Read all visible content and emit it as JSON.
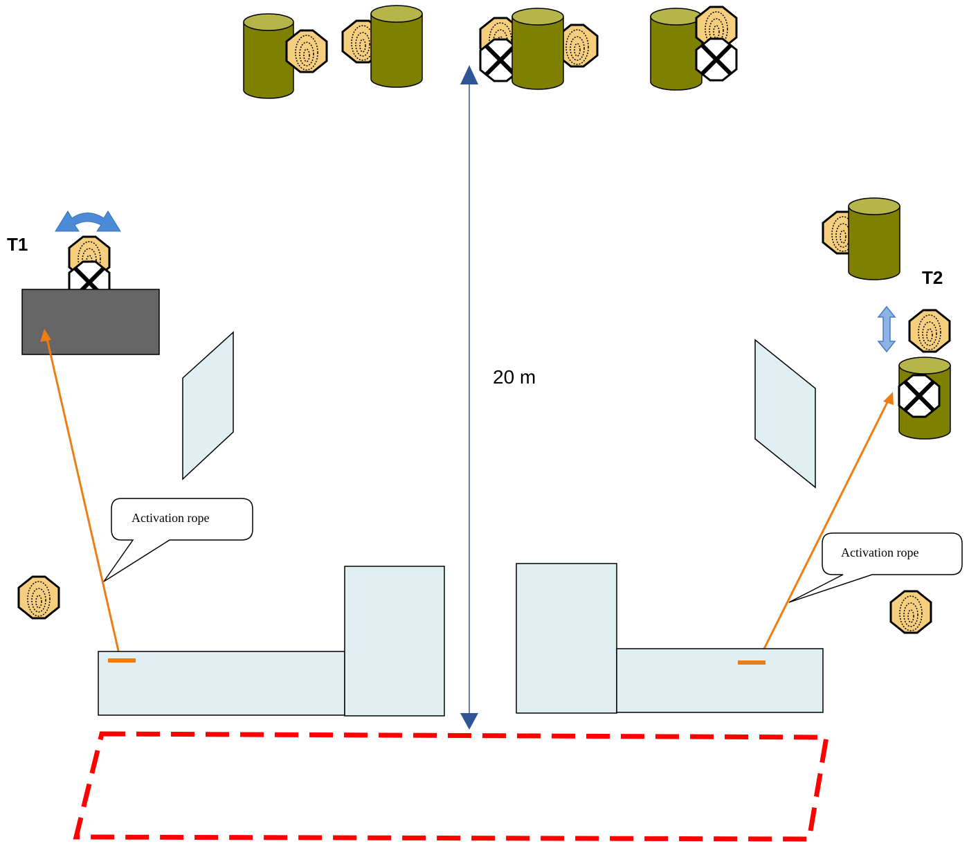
{
  "labels": {
    "t1": "T1",
    "t2": "T2",
    "distance": "20 m",
    "callout_left": "Activation rope",
    "callout_right": "Activation rope"
  },
  "icons": {
    "paper_target": "paper-target-icon",
    "no_shoot": "no-shoot-target-icon",
    "barrel": "barrel-icon",
    "swing_arrow": "swing-arrow-icon",
    "updown_arrow": "up-down-arrow-icon"
  },
  "colors": {
    "barrel": "#808000",
    "barrel_top": "#b5b54a",
    "target_fill": "#f5cf7e",
    "wall_fill": "#dfeff2",
    "t1_box": "#656565",
    "rope": "#ed7d12",
    "arrow_blue": "#4a78c2",
    "shooting_area": "#ff0000"
  }
}
